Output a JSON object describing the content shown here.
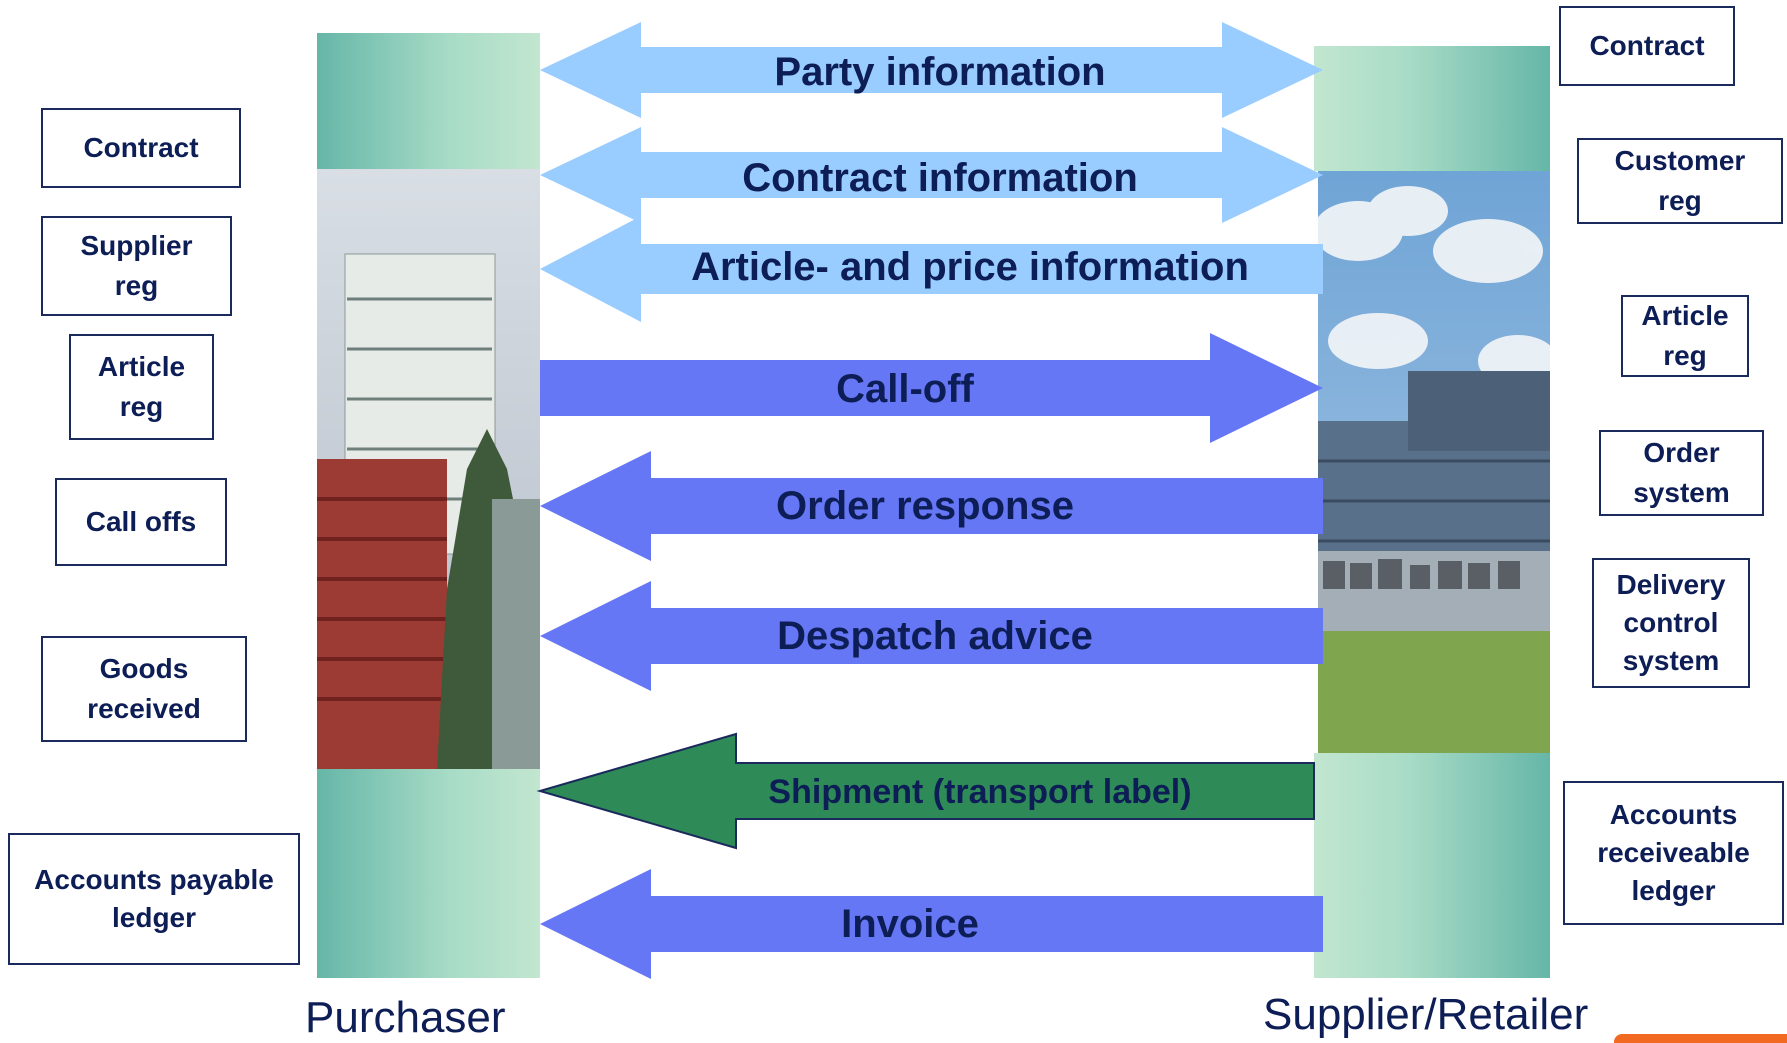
{
  "left_systems": [
    "Contract",
    "Supplier reg",
    "Article reg",
    "Call offs",
    "Goods received",
    "Accounts payable ledger"
  ],
  "right_systems": [
    "Contract",
    "Customer reg",
    "Article reg",
    "Order system",
    "Delivery control system",
    "Accounts receiveable ledger"
  ],
  "flows": [
    {
      "label": "Party information",
      "direction": "both",
      "color": "#99ccff"
    },
    {
      "label": "Contract information",
      "direction": "both",
      "color": "#99ccff"
    },
    {
      "label": "Article- and price information",
      "direction": "left",
      "color": "#99ccff"
    },
    {
      "label": "Call-off",
      "direction": "right",
      "color": "#6677f5"
    },
    {
      "label": "Order response",
      "direction": "left",
      "color": "#6677f5"
    },
    {
      "label": "Despatch advice",
      "direction": "left",
      "color": "#6677f5"
    },
    {
      "label": "Shipment (transport label)",
      "direction": "left",
      "color": "#2e8b57"
    },
    {
      "label": "Invoice",
      "direction": "left",
      "color": "#6677f5"
    }
  ],
  "parties": {
    "left": "Purchaser",
    "right": "Supplier/Retailer"
  }
}
